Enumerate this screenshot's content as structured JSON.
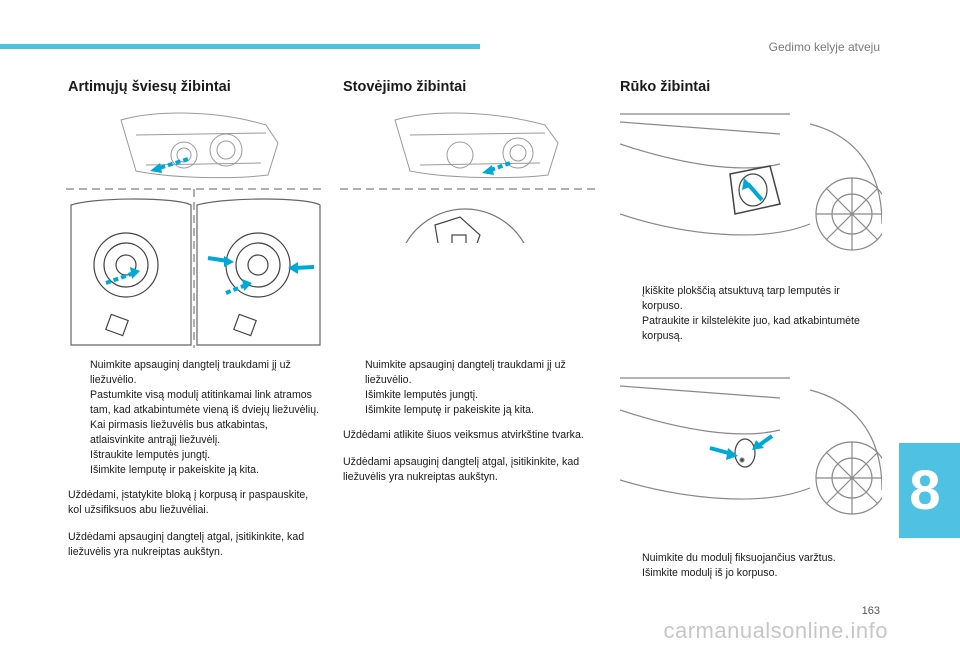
{
  "header": {
    "title": "Gedimo kelyje atveju"
  },
  "columns": [
    {
      "title": "Artimųjų šviesų žibintai",
      "bullets": [
        "Nuimkite apsauginį dangtelį traukdami jį už liežuvėlio.",
        "Pastumkite visą modulį atitinkamai link atramos tam, kad atkabintumėte vieną iš dviejų liežuvėlių.",
        "Kai pirmasis liežuvėlis bus atkabintas, atlaisvinkite antrąjį liežuvėlį.",
        "Ištraukite lemputės jungtį.",
        "Išimkite lemputę ir pakeiskite ją kita."
      ],
      "paragraphs": [
        "Uždėdami, įstatykite bloką į korpusą ir paspauskite, kol užsifiksuos abu liežuvėliai.",
        "Uždėdami apsauginį dangtelį atgal, įsitikinkite, kad liežuvėlis yra nukreiptas aukštyn."
      ]
    },
    {
      "title": "Stovėjimo žibintai",
      "bullets": [
        "Nuimkite apsauginį dangtelį traukdami jį už liežuvėlio.",
        "Išimkite lemputės jungtį.",
        "Išimkite lemputę ir pakeiskite ją kita."
      ],
      "paragraphs": [
        "Uždėdami atlikite šiuos veiksmus atvirkštine tvarka.",
        "Uždėdami apsauginį dangtelį atgal, įsitikinkite, kad liežuvėlis yra nukreiptas aukštyn."
      ]
    },
    {
      "title": "Rūko žibintai",
      "bullets_a": [
        "Įkiškite plokščią atsuktuvą tarp lemputės ir korpuso.",
        "Patraukite ir kilstelėkite juo, kad atkabintumėte korpusą."
      ],
      "bullets_b": [
        "Nuimkite du modulį fiksuojančius varžtus.",
        "Išimkite modulį iš jo korpuso."
      ]
    }
  ],
  "bullet_glyph": "",
  "chapter": {
    "number": "8"
  },
  "page_number": "163",
  "watermark": "carmanualsonline.info",
  "colors": {
    "accent": "#4fc1e3",
    "arrow": "#00a8d6"
  }
}
